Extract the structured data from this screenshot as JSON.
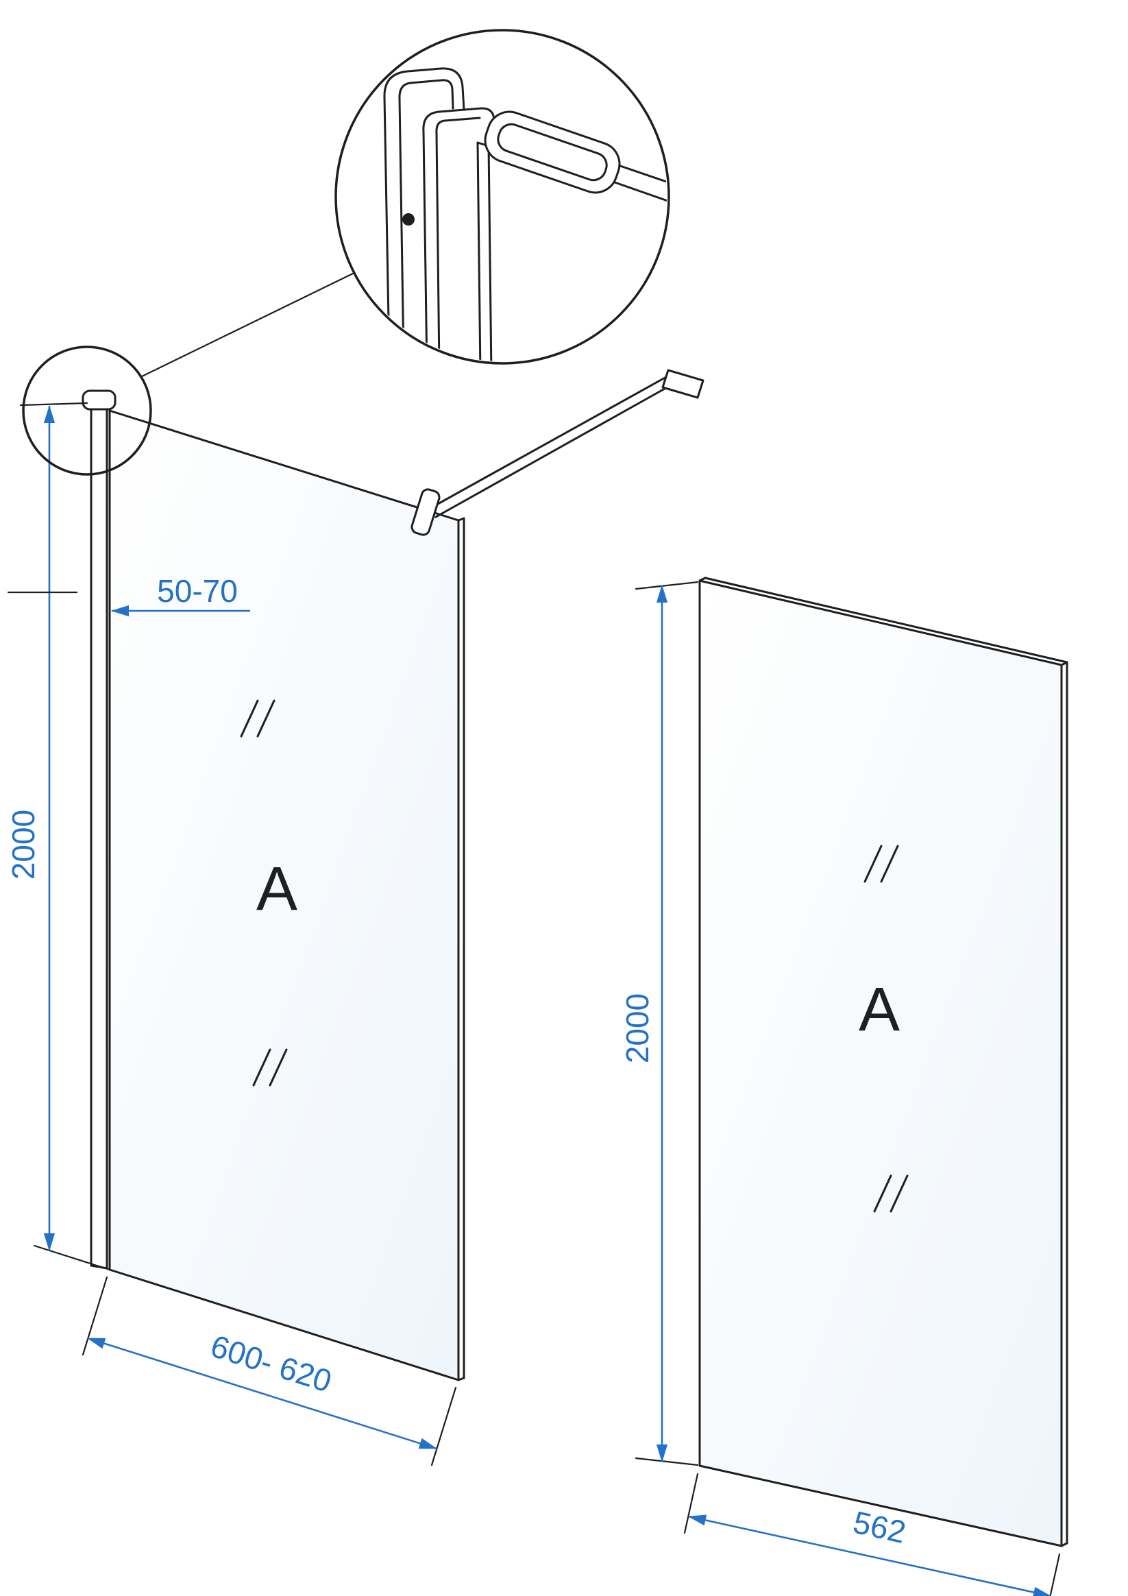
{
  "diagram": {
    "colors": {
      "dimension": "#2472c8",
      "line": "#1f1f1f",
      "background": "#ffffff",
      "glass_tint": "#eef5fb"
    },
    "views": {
      "assembly": {
        "panel_label": "A",
        "dims": {
          "height": "2000",
          "width": "600- 620",
          "profile_adjustment": "50-70"
        }
      },
      "glass_only": {
        "panel_label": "A",
        "dims": {
          "height": "2000",
          "width": "562"
        }
      }
    }
  }
}
